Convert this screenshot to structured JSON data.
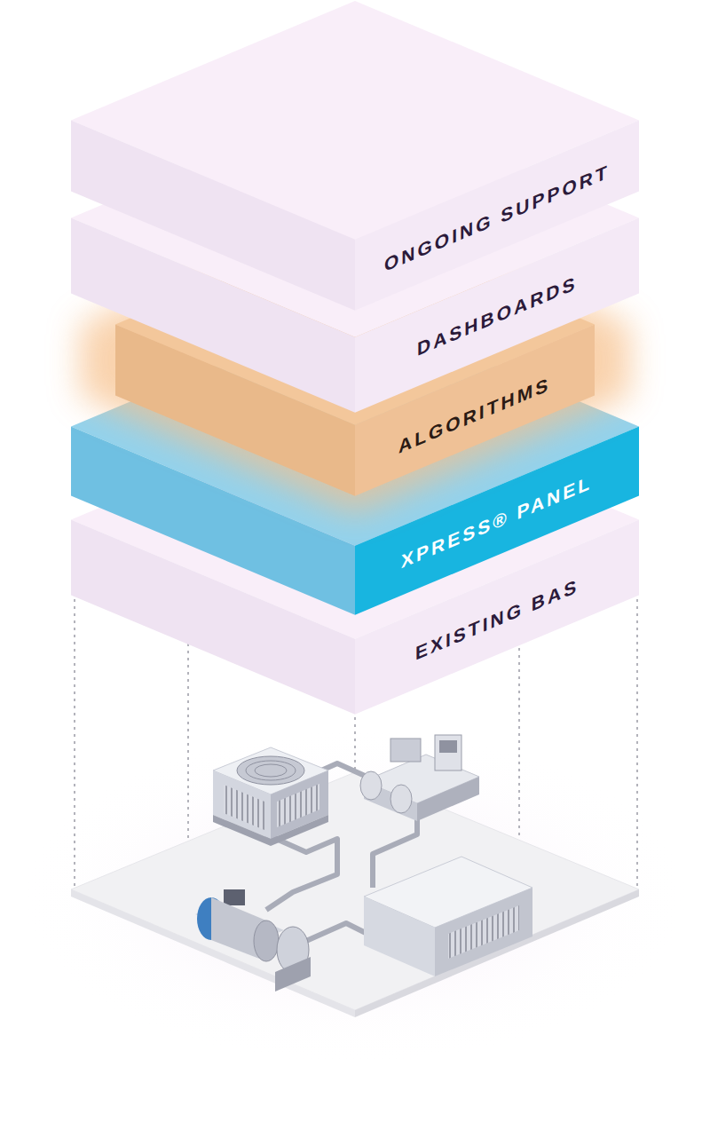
{
  "diagram": {
    "nodes": [
      {
        "text": [
          "ONGOING SUPPORT"
        ]
      },
      {
        "text": [
          "DASHBOARDS"
        ]
      },
      {
        "text": [
          "ALGORITHMS"
        ]
      },
      {
        "text": [
          "XPRESS® PANEL"
        ]
      },
      {
        "text": [
          "EXISTING BAS"
        ]
      }
    ]
  }
}
